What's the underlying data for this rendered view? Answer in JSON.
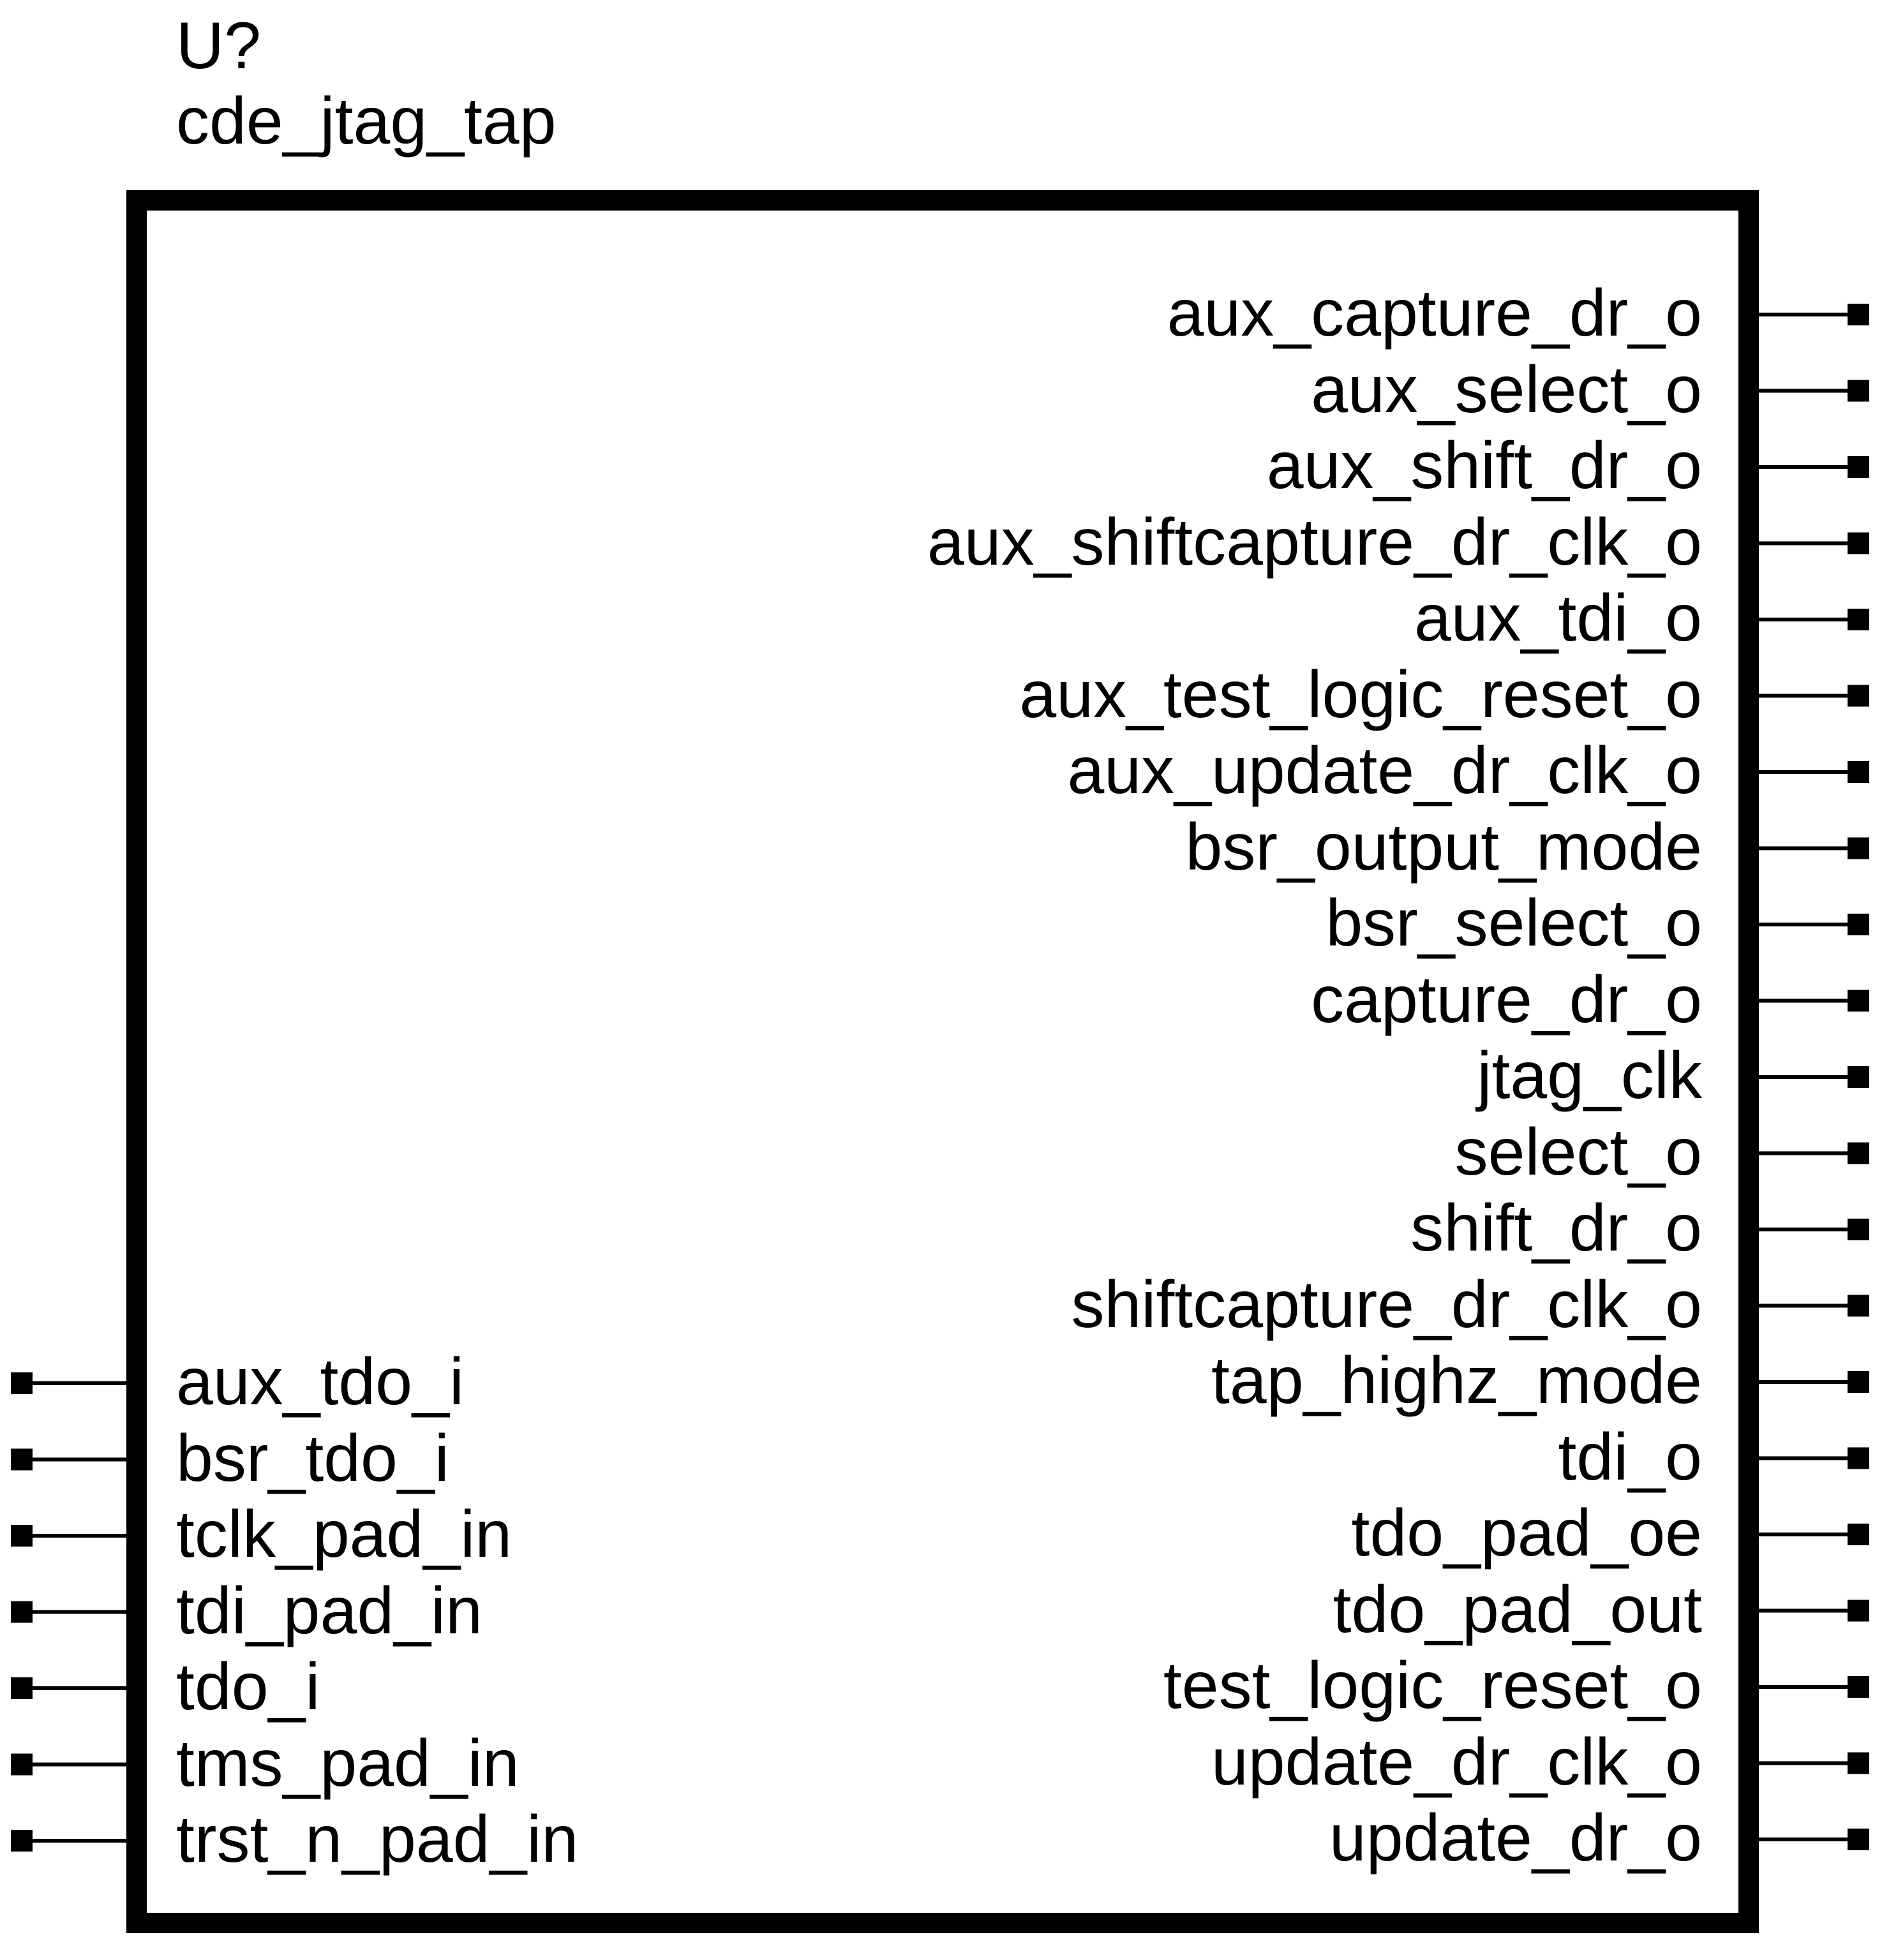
{
  "component": {
    "reference": "U?",
    "part_name": "cde_jtag_tap"
  },
  "input_pins": [
    "aux_tdo_i",
    "bsr_tdo_i",
    "tclk_pad_in",
    "tdi_pad_in",
    "tdo_i",
    "tms_pad_in",
    "trst_n_pad_in"
  ],
  "output_pins": [
    "aux_capture_dr_o",
    "aux_select_o",
    "aux_shift_dr_o",
    "aux_shiftcapture_dr_clk_o",
    "aux_tdi_o",
    "aux_test_logic_reset_o",
    "aux_update_dr_clk_o",
    "bsr_output_mode",
    "bsr_select_o",
    "capture_dr_o",
    "jtag_clk",
    "select_o",
    "shift_dr_o",
    "shiftcapture_dr_clk_o",
    "tap_highz_mode",
    "tdi_o",
    "tdo_pad_oe",
    "tdo_pad_out",
    "test_logic_reset_o",
    "update_dr_clk_o",
    "update_dr_o"
  ],
  "colors": {
    "stroke": "#000000",
    "background": "#ffffff"
  }
}
